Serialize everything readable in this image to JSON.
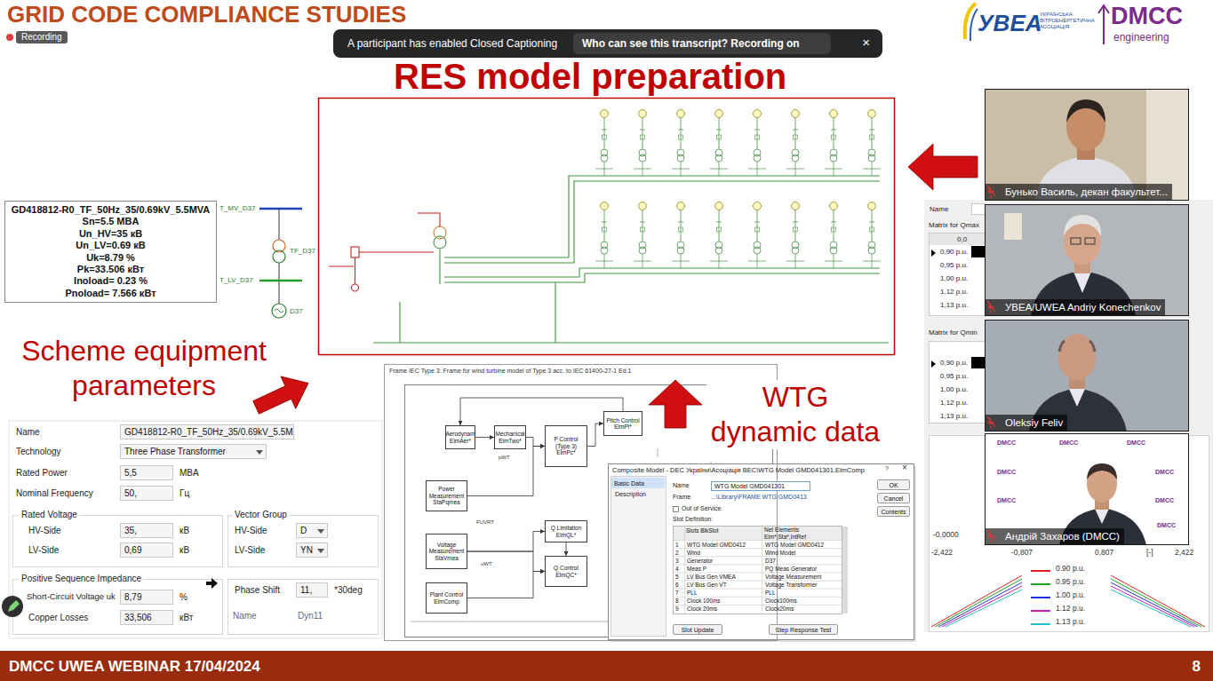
{
  "diagram": {
    "title": "GRID CODE COMPLIANCE STUDIES",
    "nodes": [
      {
        "text": [
          "A participant has enabled Closed Captioning",
          "×"
        ]
      },
      {
        "text": [
          "Who can see this transcript? Recording on"
        ],
        "in": 0
      },
      {
        "text": [
          "GD418812-R0_TF_50Hz_35/0.69kV_5.5MVA",
          "Sn=5.5 MBA",
          "Un_HV=35 кВ",
          "Un_LV=0.69 кВ",
          "Uk=8.79 %",
          "Pk=33.506 кВт",
          "Inoload= 0.23 %",
          "Pnoload= 7.566 кВт"
        ]
      },
      {
        "text": [
          "GD418812-R0_TF_50Hz_35/0.69kV_5.5M"
        ]
      },
      {
        "text": [
          "Three Phase Transformer"
        ]
      },
      {
        "text": [
          "5,5"
        ]
      },
      {
        "text": [
          "50,"
        ]
      },
      {
        "text": [
          "35,"
        ]
      },
      {
        "text": [
          "0,69"
        ]
      },
      {
        "text": [
          "D"
        ]
      },
      {
        "text": [
          "YN"
        ]
      },
      {
        "text": [
          "8,79"
        ]
      },
      {
        "text": [
          "33,506"
        ]
      },
      {
        "text": [
          "11,"
        ]
      },
      {
        "text": [
          "Frame IEC Type 3: Frame for wind turbine model of Type 3 acc. to IEC 61400-27-1 Ed.1"
        ]
      },
      {
        "text": [
          "Aerodynam ElmAer*"
        ],
        "in": 14
      },
      {
        "text": [
          "Mechanical ElmTwo*"
        ],
        "in": 14
      },
      {
        "text": [
          "P Control (Type 3) ElmPc*"
        ],
        "in": 14
      },
      {
        "text": [
          "Pitch Control ElmPi*"
        ],
        "in": 14
      },
      {
        "text": [
          "Power Measurement StaPqmea"
        ],
        "in": 14
      },
      {
        "text": [
          "Voltage Measurement StaVmea"
        ],
        "in": 14
      },
      {
        "text": [
          "Plant Control ElmComp"
        ],
        "in": 14
      },
      {
        "text": [
          "Q Limitation ElmQL*"
        ],
        "in": 14
      },
      {
        "text": [
          "Q Control ElmQC*"
        ],
        "in": 14
      },
      {
        "text": [
          "Composite Model - DEC України\\Асоціація ВЕС\\WTG Model GMD041301.ElmComp"
        ]
      },
      {
        "text": [
          "Basic Data"
        ],
        "in": 24
      },
      {
        "text": [
          "WTG Model GMD041301"
        ],
        "in": 24
      },
      {
        "text": [
          "OK"
        ],
        "in": 24
      },
      {
        "text": [
          "Cancel"
        ],
        "in": 24
      },
      {
        "text": [
          "Contents"
        ],
        "in": 24
      },
      {
        "text": [
          "Slot Update"
        ],
        "in": 24
      },
      {
        "text": [
          "Step Response Test"
        ],
        "in": 24
      },
      {
        "text": [
          "Бунько Василь, декан факультет..."
        ]
      },
      {
        "text": [
          "УВЕА/UWEA Andriy Konechenkov"
        ]
      },
      {
        "text": [
          "Oleksiy Feliv"
        ]
      },
      {
        "text": [
          "Андрій Захаров (DMCC)"
        ]
      },
      {
        "text": [
          "DMCC UWEA WEBINAR 17/04/2024",
          "8"
        ]
      }
    ],
    "edges": [
      {
        "from": 15,
        "to": 16,
        "arrow": "to"
      },
      {
        "from": 16,
        "to": 17,
        "arrow": "to"
      },
      {
        "from": 17,
        "to": 18,
        "arrow": "to"
      },
      {
        "from": 18,
        "to": 15,
        "arrow": "to"
      },
      {
        "from": 19,
        "to": 17,
        "arrow": "to"
      },
      {
        "from": 20,
        "to": 22,
        "arrow": "to"
      },
      {
        "from": 20,
        "to": 23,
        "arrow": "to"
      },
      {
        "from": 21,
        "to": 23,
        "arrow": "to"
      },
      {
        "from": 22,
        "to": 23,
        "arrow": "to"
      }
    ],
    "labels": [
      "Recording",
      "УВЕА",
      "УКРАЇНСЬКА ВІТРОЕНЕРГЕТИЧНА АСОЦІАЦІЯ",
      "DMCC",
      "engineering",
      "RES model preparation",
      "T_MV_D37",
      "TF_D37",
      "T_LV_D37",
      "D37",
      "Scheme equipment parameters",
      "Name",
      "Technology",
      "Rated Power",
      "MBA",
      "Nominal Frequency",
      "Гц",
      "Rated Voltage",
      "HV-Side",
      "кВ",
      "LV-Side",
      "кВ",
      "Vector Group",
      "HV-Side",
      "LV-Side",
      "Positive Sequence Impedance",
      "Short-Circuit Voltage uk",
      "%",
      "Copper Losses",
      "кВт",
      "Phase Shift",
      "*30deg",
      "Name",
      "Dyn11",
      "WTG dynamic data",
      "pWT",
      "uWT",
      "FUVRT",
      "Description",
      "Name",
      "Frame",
      "...\\Library\\FRAME WTG GMD0413",
      "Out of Service",
      "Slot Definition:",
      "Slots BlkSlot",
      "Net Elements Elm*,Sta*,IntRef",
      "1",
      "WTG Model GMD0412",
      "WTG Model GMD0412",
      "2",
      "Wind",
      "Wind Model",
      "3",
      "Generator",
      "D37",
      "4",
      "Meas P",
      "PQ Meas Generator",
      "5",
      "LV Bus Gen VMEA",
      "Voltage Measurement",
      "6",
      "LV Bus Gen VT",
      "Voltage Transformer",
      "7",
      "PLL",
      "PLL",
      "8",
      "Clock 100ms",
      "Clock100ms",
      "9",
      "Clock 20ms",
      "Clock20ms",
      "?",
      "×",
      "Name",
      "Matrix for Qmax",
      "0,0",
      "0,90 p.u.",
      "0,95 p.u.",
      "1,00 p.u.",
      "1,12 p.u.",
      "1,13 p.u.",
      "Matrix for Qmin",
      "0,90 p.u.",
      "0,95 p.u.",
      "1,00 p.u.",
      "1,12 p.u.",
      "1,13 p.u.",
      "-2,422",
      "-0,807",
      "0,807",
      "[-]",
      "2,422",
      "-0,0000",
      "DMCC",
      "DMCC",
      "DMCC",
      "DMCC",
      "DMCC",
      "DMCC",
      "DMCC",
      "DMCC"
    ],
    "legend": [
      {
        "text": "0.90 p.u.",
        "color": "#e02020"
      },
      {
        "text": "0.95 p.u.",
        "color": "#20a020"
      },
      {
        "text": "1.00 p.u.",
        "color": "#2030e0"
      },
      {
        "text": "1.12 p.u.",
        "color": "#c020c0"
      },
      {
        "text": "1.13 p.u.",
        "color": "#20c0c8"
      }
    ]
  }
}
